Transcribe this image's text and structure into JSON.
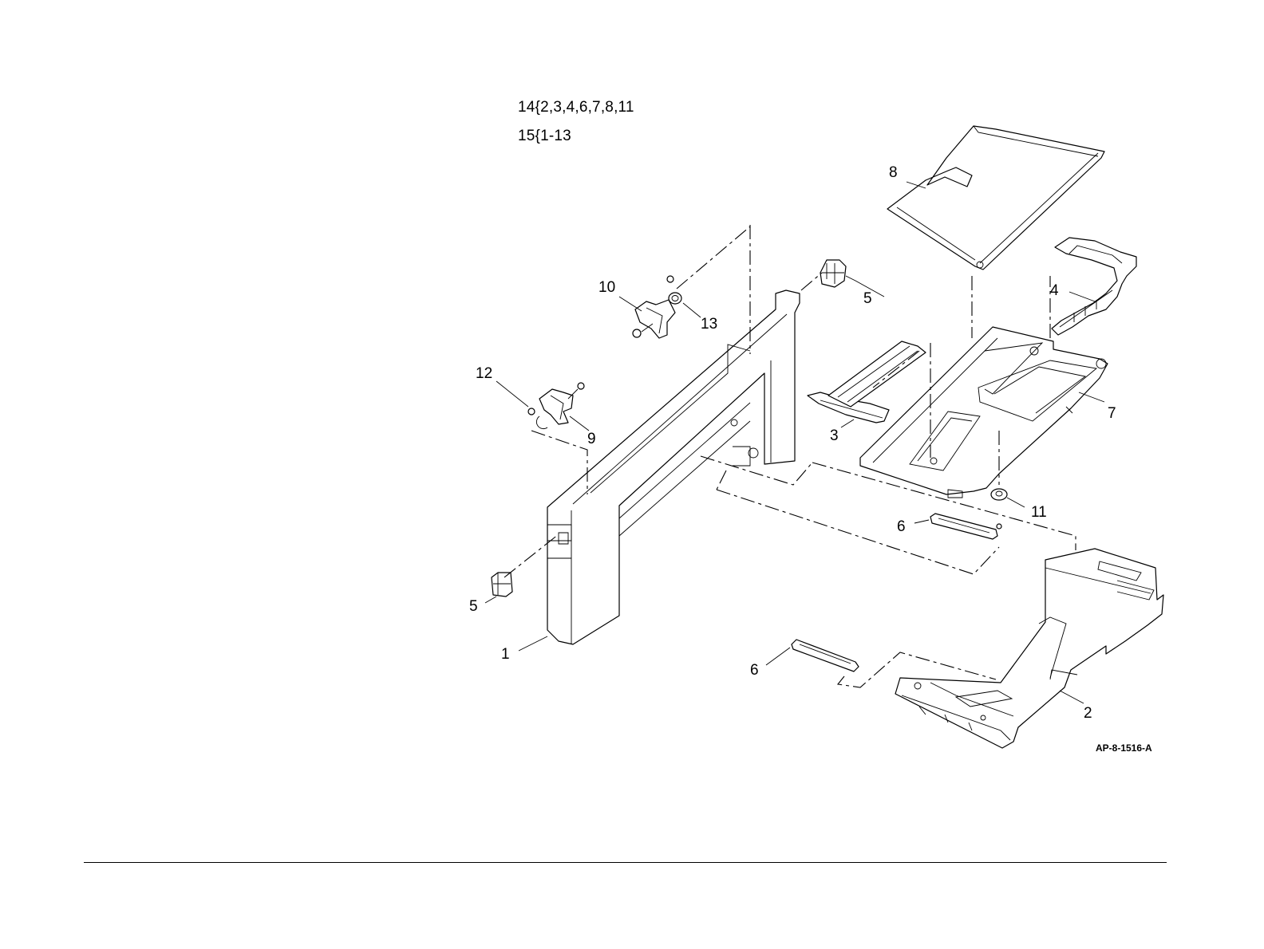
{
  "legend": {
    "line1": "14{2,3,4,6,7,8,11",
    "line2": "15{1-13"
  },
  "drawing_code": "AP-8-1516-A",
  "callouts": {
    "c1": "1",
    "c2": "2",
    "c3": "3",
    "c4": "4",
    "c5a": "5",
    "c5b": "5",
    "c6a": "6",
    "c6b": "6",
    "c7": "7",
    "c8": "8",
    "c9": "9",
    "c10": "10",
    "c11": "11",
    "c12": "12",
    "c13": "13"
  }
}
